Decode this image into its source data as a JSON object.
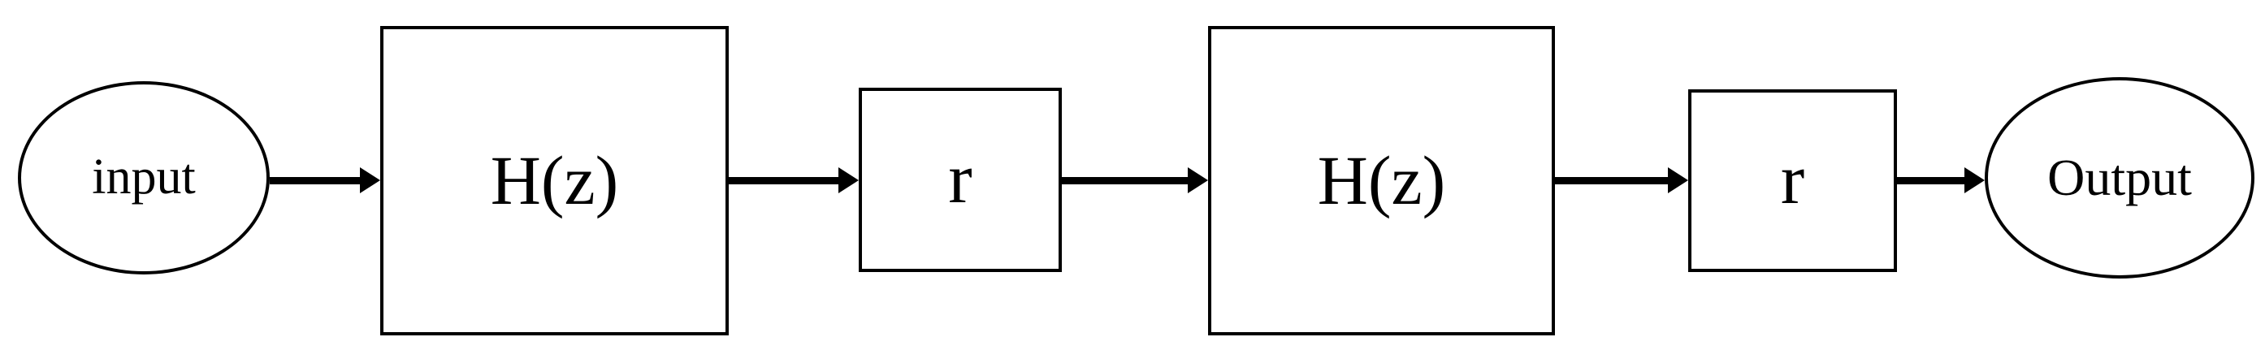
{
  "diagram": {
    "kind": "signal-flow-block-diagram",
    "background_color": "#ffffff",
    "stroke_color": "#000000",
    "nodes": [
      {
        "id": "input",
        "shape": "ellipse",
        "label": "input"
      },
      {
        "id": "filter-1",
        "shape": "rect",
        "label": "H(z)"
      },
      {
        "id": "gain-1",
        "shape": "rect",
        "label": "r"
      },
      {
        "id": "filter-2",
        "shape": "rect",
        "label": "H(z)"
      },
      {
        "id": "gain-2",
        "shape": "rect",
        "label": "r"
      },
      {
        "id": "output",
        "shape": "ellipse",
        "label": "Output"
      }
    ],
    "connections": [
      {
        "from": "input",
        "to": "filter-1"
      },
      {
        "from": "filter-1",
        "to": "gain-1"
      },
      {
        "from": "gain-1",
        "to": "filter-2"
      },
      {
        "from": "filter-2",
        "to": "gain-2"
      },
      {
        "from": "gain-2",
        "to": "output"
      }
    ]
  }
}
